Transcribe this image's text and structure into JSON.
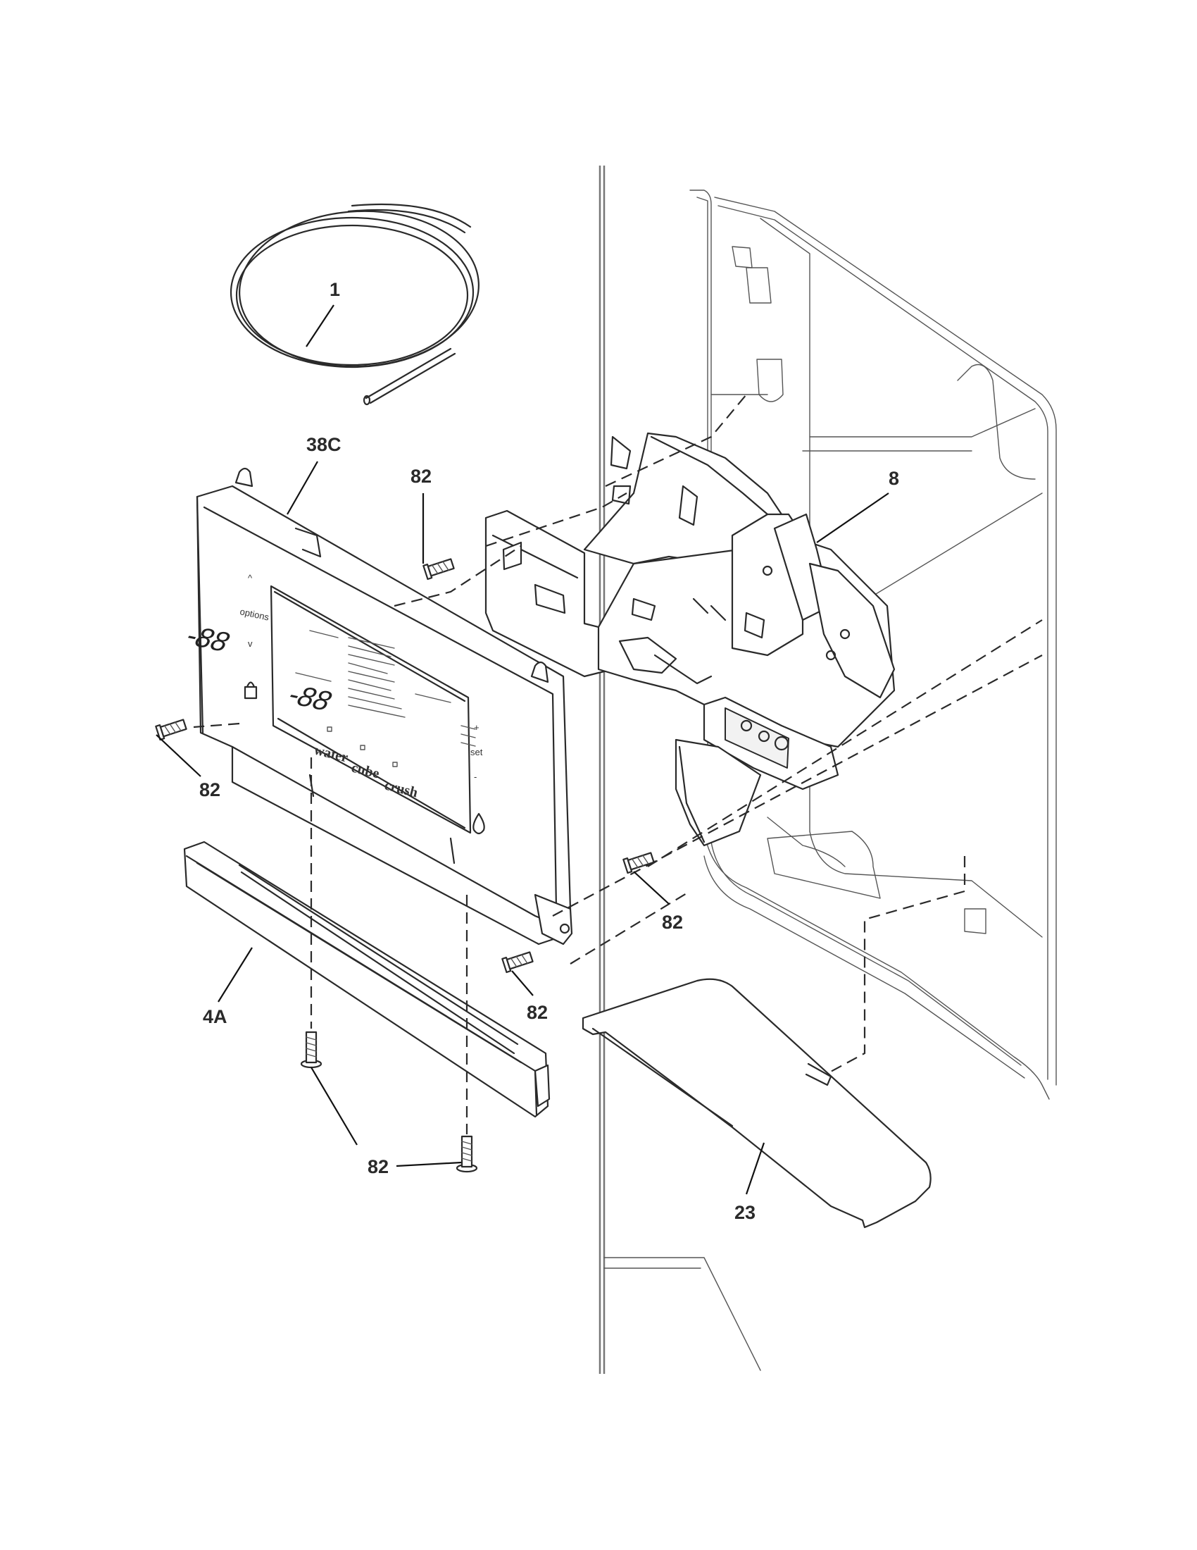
{
  "callouts": {
    "tubing": "1",
    "control_panel": "38C",
    "dispenser_housing": "8",
    "trim_strip": "4A",
    "drip_tray": "23",
    "screw": "82"
  },
  "control_panel": {
    "options_label": "options",
    "display_left": "-88",
    "display_right": "-88",
    "button_water": "water",
    "button_cube": "cube",
    "button_crush": "crush",
    "set_label": "set",
    "plus_label": "+",
    "minus_label": "-",
    "up_label": "^",
    "down_label": "v"
  }
}
